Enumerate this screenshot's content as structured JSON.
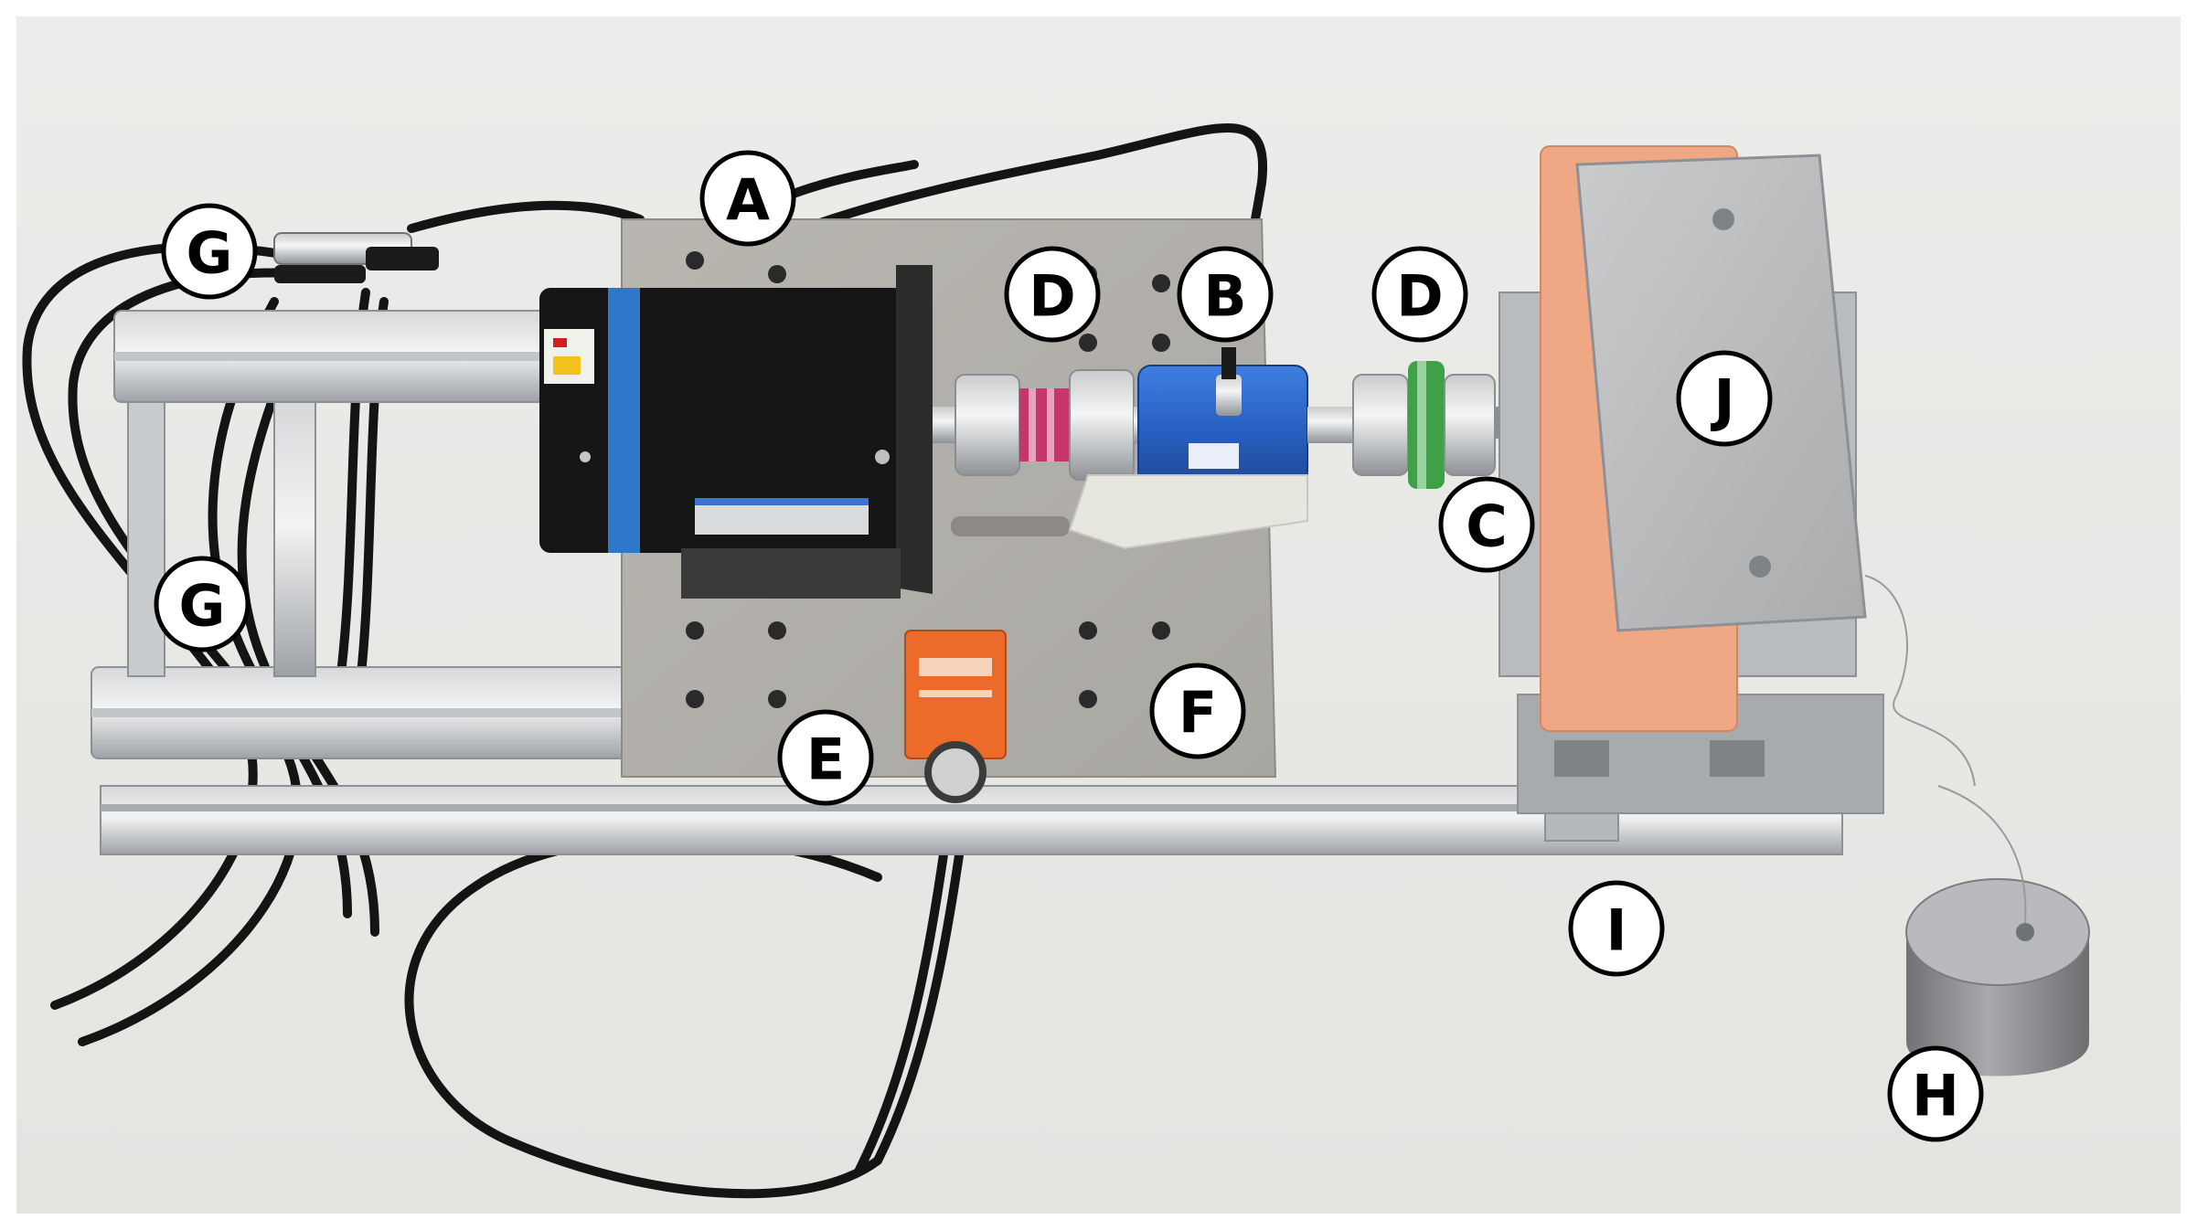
{
  "photo": {
    "subject": "motor torque test rig on aluminium profile base",
    "colors": {
      "background": "#e9e9e6",
      "aluminium": "#b9bcbf",
      "motor_body": "#151515",
      "motor_band": "#2f77c9",
      "sensor_blue": "#2a62c4",
      "encoder_orange": "#ec6a2a",
      "foam": "#f0a884",
      "cable": "#111111"
    }
  },
  "labels": {
    "A": "A",
    "B": "B",
    "C": "C",
    "D1": "D",
    "D2": "D",
    "E": "E",
    "F": "F",
    "G1": "G",
    "G2": "G",
    "H": "H",
    "I": "I",
    "J": "J"
  }
}
